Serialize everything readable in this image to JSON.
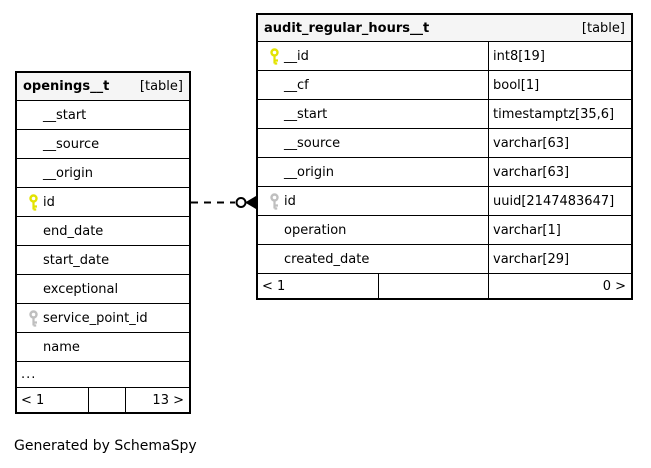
{
  "diagram": {
    "credit": "Generated by SchemaSpy",
    "colors": {
      "header_bg": "#f5f5f5",
      "border": "#000000",
      "primary_key": "#e3e300",
      "foreign_key": "#bfbfbf"
    },
    "relationship": {
      "from_column": "openings__t.id",
      "to_column": "audit_regular_hours__t.id",
      "line_style": "dashed",
      "end_marker": "circle-arrow"
    },
    "tables": [
      {
        "name": "openings__t",
        "badge": "[table]",
        "two_col": false,
        "columns": [
          {
            "name": "__start",
            "key": "none"
          },
          {
            "name": "__source",
            "key": "none"
          },
          {
            "name": "__origin",
            "key": "none"
          },
          {
            "name": "id",
            "key": "primary"
          },
          {
            "name": "end_date",
            "key": "none"
          },
          {
            "name": "start_date",
            "key": "none"
          },
          {
            "name": "exceptional",
            "key": "none"
          },
          {
            "name": "service_point_id",
            "key": "foreign"
          },
          {
            "name": "name",
            "key": "none"
          }
        ],
        "truncation": "...",
        "footer": {
          "left": "< 1",
          "mid": "",
          "right": "13 >"
        }
      },
      {
        "name": "audit_regular_hours__t",
        "badge": "[table]",
        "two_col": true,
        "columns": [
          {
            "name": "__id",
            "type": "int8[19]",
            "key": "primary"
          },
          {
            "name": "__cf",
            "type": "bool[1]",
            "key": "none"
          },
          {
            "name": "__start",
            "type": "timestamptz[35,6]",
            "key": "none"
          },
          {
            "name": "__source",
            "type": "varchar[63]",
            "key": "none"
          },
          {
            "name": "__origin",
            "type": "varchar[63]",
            "key": "none"
          },
          {
            "name": "id",
            "type": "uuid[2147483647]",
            "key": "foreign"
          },
          {
            "name": "operation",
            "type": "varchar[1]",
            "key": "none"
          },
          {
            "name": "created_date",
            "type": "varchar[29]",
            "key": "none"
          }
        ],
        "footer": {
          "left": "< 1",
          "mid": "",
          "right": "0 >"
        }
      }
    ]
  }
}
